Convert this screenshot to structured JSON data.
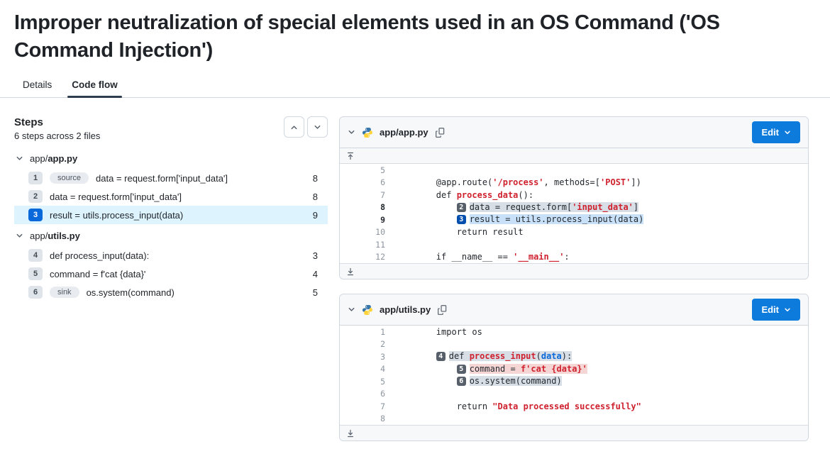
{
  "colors": {
    "accent": "#0c7bdc",
    "selected_bg": "#ddf4ff",
    "step_selected": "#0969da",
    "tab_underline": "#2b3d4f"
  },
  "page": {
    "title": "Improper neutralization of special elements used in an OS Command ('OS Command Injection')"
  },
  "tabs": [
    {
      "label": "Details",
      "active": false
    },
    {
      "label": "Code flow",
      "active": true
    }
  ],
  "steps_panel": {
    "heading": "Steps",
    "subheading": "6 steps across 2 files",
    "groups": [
      {
        "prefix": "app/",
        "name": "app.py",
        "steps": [
          {
            "num": "1",
            "tag": "source",
            "code": "data = request.form['input_data']",
            "line": "8",
            "selected": false
          },
          {
            "num": "2",
            "tag": null,
            "code": "data = request.form['input_data']",
            "line": "8",
            "selected": false
          },
          {
            "num": "3",
            "tag": null,
            "code": "result = utils.process_input(data)",
            "line": "9",
            "selected": true
          }
        ]
      },
      {
        "prefix": "app/",
        "name": "utils.py",
        "steps": [
          {
            "num": "4",
            "tag": null,
            "code": "def process_input(data):",
            "line": "3",
            "selected": false
          },
          {
            "num": "5",
            "tag": null,
            "code": "command = f'cat {data}'",
            "line": "4",
            "selected": false
          },
          {
            "num": "6",
            "tag": "sink",
            "code": "os.system(command)",
            "line": "5",
            "selected": false
          }
        ]
      }
    ]
  },
  "cards": [
    {
      "path": "app/app.py",
      "edit_label": "Edit",
      "expand_top": true,
      "expand_bottom": true,
      "lines": [
        {
          "n": "5",
          "segs": []
        },
        {
          "n": "6",
          "segs": [
            {
              "t": "        @app.route("
            },
            {
              "t": "'/process'",
              "s": "str"
            },
            {
              "t": ", methods=["
            },
            {
              "t": "'POST'",
              "s": "str"
            },
            {
              "t": "])"
            }
          ]
        },
        {
          "n": "7",
          "segs": [
            {
              "t": "        def "
            },
            {
              "t": "process_data",
              "s": "fn"
            },
            {
              "t": "():"
            }
          ]
        },
        {
          "n": "8",
          "dark": true,
          "segs": [
            {
              "t": "            "
            },
            {
              "b": "2",
              "bc": "gray"
            },
            {
              "t": "data = request.form[",
              "h": "gray"
            },
            {
              "t": "'input_data'",
              "s": "str",
              "h": "gray"
            },
            {
              "t": "]",
              "h": "gray"
            }
          ]
        },
        {
          "n": "9",
          "dark": true,
          "segs": [
            {
              "t": "            "
            },
            {
              "b": "3",
              "bc": "blue"
            },
            {
              "t": "result = utils.process_input(data)",
              "h": "blue"
            }
          ]
        },
        {
          "n": "10",
          "segs": [
            {
              "t": "            return result"
            }
          ]
        },
        {
          "n": "11",
          "segs": []
        },
        {
          "n": "12",
          "segs": [
            {
              "t": "        if __name__ == "
            },
            {
              "t": "'__main__'",
              "s": "str"
            },
            {
              "t": ":"
            }
          ]
        }
      ]
    },
    {
      "path": "app/utils.py",
      "edit_label": "Edit",
      "expand_top": false,
      "expand_bottom": true,
      "lines": [
        {
          "n": "1",
          "segs": [
            {
              "t": "        import os"
            }
          ]
        },
        {
          "n": "2",
          "segs": []
        },
        {
          "n": "3",
          "segs": [
            {
              "t": "        "
            },
            {
              "b": "4",
              "bc": "gray"
            },
            {
              "t": "def ",
              "h": "gray"
            },
            {
              "t": "process_input",
              "s": "fn",
              "h": "gray"
            },
            {
              "t": "(",
              "h": "gray"
            },
            {
              "t": "data",
              "s": "param",
              "h": "gray"
            },
            {
              "t": "):",
              "h": "gray"
            }
          ]
        },
        {
          "n": "4",
          "segs": [
            {
              "t": "            "
            },
            {
              "b": "5",
              "bc": "gray"
            },
            {
              "t": "command = ",
              "h": "pink"
            },
            {
              "t": "f'cat {data}'",
              "s": "str",
              "h": "pink"
            }
          ]
        },
        {
          "n": "5",
          "segs": [
            {
              "t": "            "
            },
            {
              "b": "6",
              "bc": "gray"
            },
            {
              "t": "os.system(command)",
              "h": "gray"
            }
          ]
        },
        {
          "n": "6",
          "segs": []
        },
        {
          "n": "7",
          "segs": [
            {
              "t": "            return "
            },
            {
              "t": "\"Data processed successfully\"",
              "s": "str"
            }
          ]
        },
        {
          "n": "8",
          "segs": []
        }
      ]
    }
  ]
}
